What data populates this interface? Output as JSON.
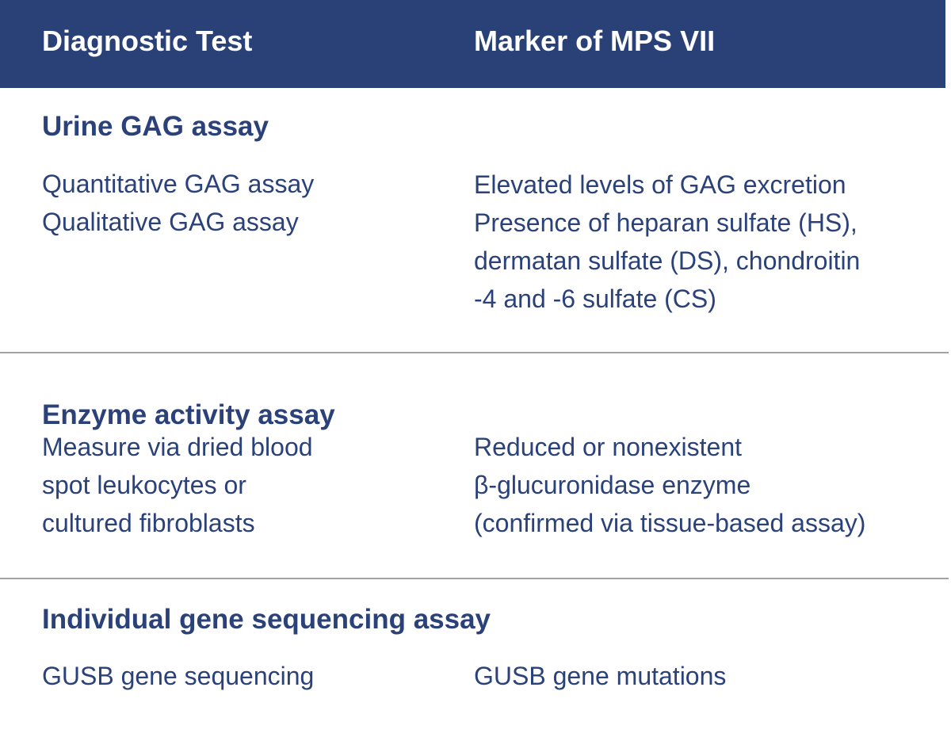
{
  "header": {
    "col1": "Diagnostic Test",
    "col2": "Marker of MPS VII"
  },
  "sections": [
    {
      "title": "Urine GAG assay",
      "tests": [
        "Quantitative GAG assay",
        "Qualitative GAG assay"
      ],
      "markers": [
        "Elevated levels of GAG excretion",
        "Presence of heparan sulfate (HS),",
        "dermatan sulfate (DS), chondroitin",
        "-4 and -6 sulfate (CS)"
      ]
    },
    {
      "title": "Enzyme activity assay",
      "tests": [
        "Measure via dried blood",
        "spot leukocytes or",
        "cultured fibroblasts"
      ],
      "markers": [
        "Reduced or nonexistent",
        "β-glucuronidase enzyme",
        "(confirmed via tissue-based assay)"
      ]
    },
    {
      "title": "Individual gene sequencing assay",
      "tests": [
        "GUSB gene sequencing"
      ],
      "markers": [
        "GUSB gene mutations"
      ]
    }
  ],
  "colors": {
    "header_bg": "#2a4178",
    "text": "#2b4179",
    "divider": "#a3a3a3"
  }
}
